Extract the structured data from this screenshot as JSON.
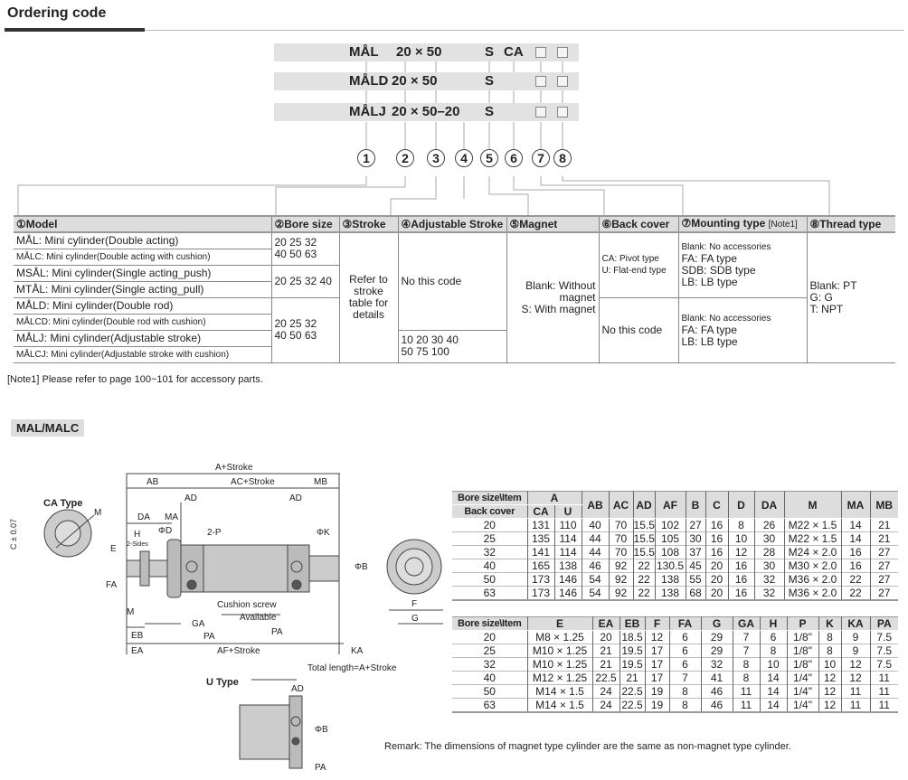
{
  "page": {
    "title": "Ordering code",
    "note": "[Note1]  Please refer to page 100~101 for accessory parts.",
    "section": "MAL/MALC",
    "remark": "Remark: The dimensions of magnet type cylinder are the same as non-magnet type cylinder."
  },
  "codes": [
    {
      "model": "MÅL",
      "size": "20 × 50",
      "magnet": "S",
      "cover": "CA"
    },
    {
      "model": "MÅLD",
      "size": "20 × 50",
      "magnet": "S",
      "cover": ""
    },
    {
      "model": "MÅLJ",
      "size": "20 × 50–20",
      "magnet": "S",
      "cover": ""
    }
  ],
  "circles": [
    "1",
    "2",
    "3",
    "4",
    "5",
    "6",
    "7",
    "8"
  ],
  "order_table": {
    "headers": [
      "①Model",
      "②Bore size",
      "③Stroke",
      "④Adjustable Stroke",
      "⑤Magnet",
      "⑥Back cover",
      "⑦Mounting type",
      "⑧Thread type"
    ],
    "note_ref": "[Note1]",
    "models": [
      "MÅL: Mini cylinder(Double acting)",
      "MÅLC: Mini cylinder(Double acting with cushion)",
      "MSÅL: Mini cylinder(Single acting_push)",
      "MTÅL: Mini cylinder(Single acting_pull)",
      "MÅLD: Mini cylinder(Double rod)",
      "MÅLCD: Mini cylinder(Double rod with cushion)",
      "MÅLJ: Mini cylinder(Adjustable stroke)",
      "MÅLCJ: Mini cylinder(Adjustable stroke with cushion)"
    ],
    "bore": [
      "20 25 32\n40 50 63",
      "20 25 32 40",
      "20 25 32\n40 50 63"
    ],
    "stroke": "Refer to stroke table for details",
    "adj": [
      "No this code",
      "10 20 30 40\n50 75 100"
    ],
    "magnet": "Blank: Without\nmagnet\nS: With magnet",
    "cover": [
      "CA: Pivot type\nU: Flat-end type",
      "No this code"
    ],
    "mount": [
      "Blank: No accessories",
      "FA: FA type\nSDB: SDB type\nLB: LB type",
      "Blank: No accessories",
      "FA: FA type\nLB: LB type"
    ],
    "thread": "Blank: PT\nG: G\nT: NPT"
  },
  "drawing": {
    "ca_type": "CA Type",
    "u_type": "U Type",
    "labels": {
      "a": "A+Stroke",
      "ab": "AB",
      "ac": "AC+Stroke",
      "mb": "MB",
      "ad": "AD",
      "da": "DA",
      "ma": "MA",
      "h": "H",
      "sides": "2-Sides",
      "d": "ΦD",
      "p": "2-P",
      "k": "ΦK",
      "b": "ΦB",
      "e": "E",
      "fa": "FA",
      "m": "M",
      "c": "C ± 0.07",
      "cushion": "Cushion screw",
      "available": "Available",
      "ga": "GA",
      "pa": "PA",
      "eb": "EB",
      "ea": "EA",
      "af": "AF+Stroke",
      "ka": "KA",
      "f": "F",
      "g": "G",
      "total": "Total length=A+Stroke"
    }
  },
  "dim_table1": {
    "h1": [
      "Bore size\\Item",
      "A",
      "AB",
      "AC",
      "AD",
      "AF",
      "B",
      "C",
      "D",
      "DA",
      "M",
      "MA",
      "MB"
    ],
    "h2": [
      "Back cover",
      "CA",
      "U"
    ],
    "rows": [
      [
        "20",
        "131",
        "110",
        "40",
        "70",
        "15.5",
        "102",
        "27",
        "16",
        "8",
        "26",
        "M22 × 1.5",
        "14",
        "21"
      ],
      [
        "25",
        "135",
        "114",
        "44",
        "70",
        "15.5",
        "105",
        "30",
        "16",
        "10",
        "30",
        "M22 × 1.5",
        "14",
        "21"
      ],
      [
        "32",
        "141",
        "114",
        "44",
        "70",
        "15.5",
        "108",
        "37",
        "16",
        "12",
        "28",
        "M24 × 2.0",
        "16",
        "27"
      ],
      [
        "40",
        "165",
        "138",
        "46",
        "92",
        "22",
        "130.5",
        "45",
        "20",
        "16",
        "30",
        "M30 × 2.0",
        "16",
        "27"
      ],
      [
        "50",
        "173",
        "146",
        "54",
        "92",
        "22",
        "138",
        "55",
        "20",
        "16",
        "32",
        "M36 × 2.0",
        "22",
        "27"
      ],
      [
        "63",
        "173",
        "146",
        "54",
        "92",
        "22",
        "138",
        "68",
        "20",
        "16",
        "32",
        "M36 × 2.0",
        "22",
        "27"
      ]
    ]
  },
  "dim_table2": {
    "headers": [
      "Bore size\\Item",
      "E",
      "EA",
      "EB",
      "F",
      "FA",
      "G",
      "GA",
      "H",
      "P",
      "K",
      "KA",
      "PA"
    ],
    "rows": [
      [
        "20",
        "M8 × 1.25",
        "20",
        "18.5",
        "12",
        "6",
        "29",
        "7",
        "6",
        "1/8\"",
        "8",
        "9",
        "7.5"
      ],
      [
        "25",
        "M10 × 1.25",
        "21",
        "19.5",
        "17",
        "6",
        "29",
        "7",
        "8",
        "1/8\"",
        "8",
        "9",
        "7.5"
      ],
      [
        "32",
        "M10 × 1.25",
        "21",
        "19.5",
        "17",
        "6",
        "32",
        "8",
        "10",
        "1/8\"",
        "10",
        "12",
        "7.5"
      ],
      [
        "40",
        "M12 × 1.25",
        "22.5",
        "21",
        "17",
        "7",
        "41",
        "8",
        "14",
        "1/4\"",
        "12",
        "12",
        "11"
      ],
      [
        "50",
        "M14 × 1.5",
        "24",
        "22.5",
        "19",
        "8",
        "46",
        "11",
        "14",
        "1/4\"",
        "12",
        "11",
        "11"
      ],
      [
        "63",
        "M14 × 1.5",
        "24",
        "22.5",
        "19",
        "8",
        "46",
        "11",
        "14",
        "1/4\"",
        "12",
        "11",
        "11"
      ]
    ]
  }
}
